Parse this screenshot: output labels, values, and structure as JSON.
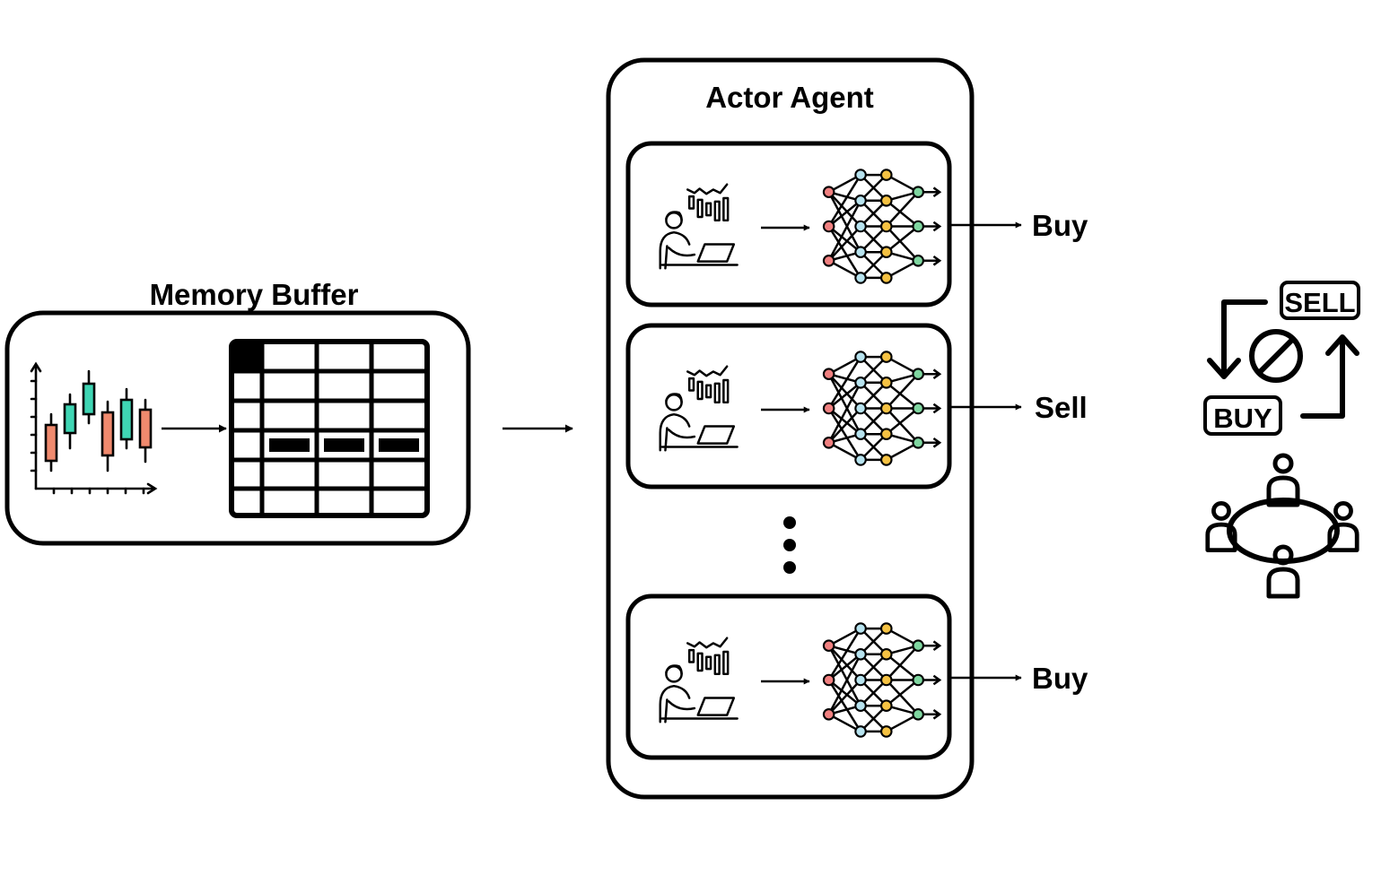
{
  "memory_buffer": {
    "title": "Memory Buffer"
  },
  "actor_agent": {
    "title": "Actor Agent",
    "agents": [
      {
        "action": "Buy"
      },
      {
        "action": "Sell"
      },
      {
        "action": "Buy"
      }
    ]
  },
  "consensus": {
    "sell_label": "SELL",
    "buy_label": "BUY"
  },
  "colors": {
    "candle_red": "#f08a6e",
    "candle_teal": "#3fd6b4",
    "node_red": "#f08080",
    "node_blue": "#b7e3ef",
    "node_yellow": "#f5c243",
    "node_green": "#7fd6a0"
  }
}
